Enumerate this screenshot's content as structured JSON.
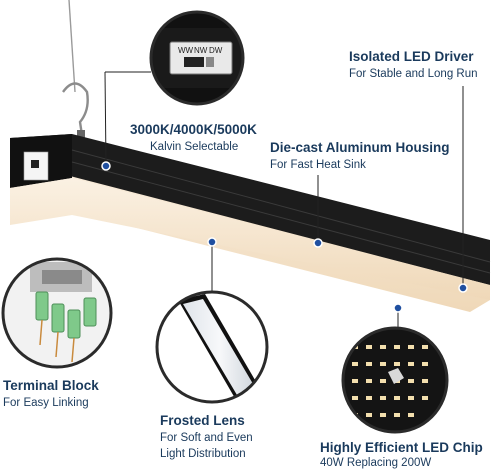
{
  "switch_callout": {
    "positions": [
      "WW",
      "NW",
      "DW"
    ],
    "title": "3000K/4000K/5000K",
    "subtitle": "Kalvin Selectable"
  },
  "driver": {
    "title": "Isolated LED Driver",
    "subtitle": "For Stable and Long Run"
  },
  "housing": {
    "title": "Die-cast Aluminum Housing",
    "subtitle": "For Fast Heat Sink"
  },
  "terminal": {
    "title": "Terminal Block",
    "subtitle": "For Easy Linking"
  },
  "lens": {
    "title": "Frosted Lens",
    "subtitle_1": "For Soft and Even",
    "subtitle_2": "Light Distribution"
  },
  "chip": {
    "title": "Highly Efficient LED Chip",
    "subtitle": "40W Replacing 200W"
  },
  "colors": {
    "text": "#1a3a5c",
    "fixture_body": "#1c1c1c",
    "lens_glow": "#f6e7d2",
    "callout_ring": "#2b2b2b",
    "marker_dot": "#1f4fa0",
    "terminal_green": "#7fc98a"
  }
}
